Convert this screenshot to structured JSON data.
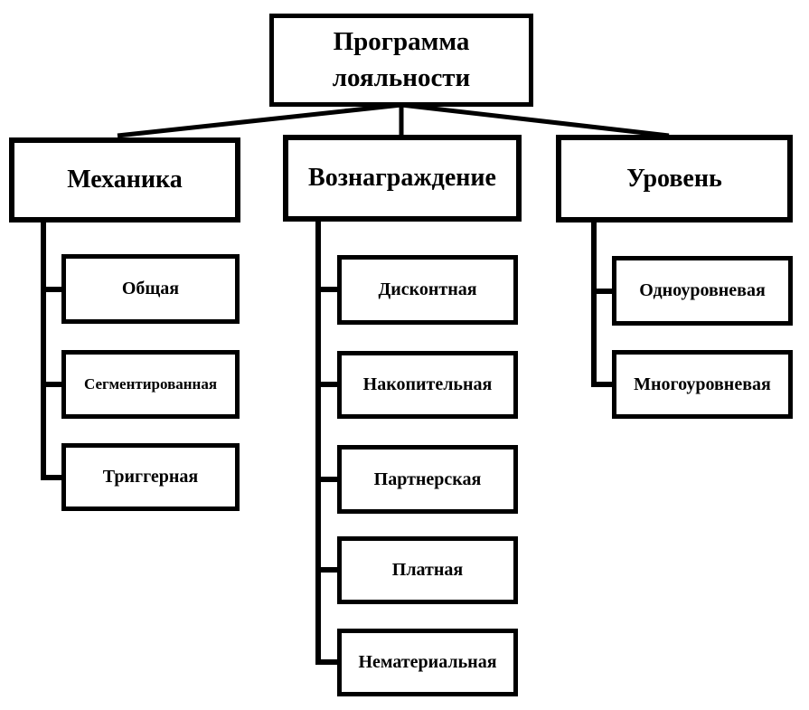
{
  "diagram": {
    "root": "Программа лояльности",
    "branches": [
      {
        "label": "Механика",
        "children": [
          "Общая",
          "Сегментированная",
          "Триггерная"
        ]
      },
      {
        "label": "Вознаграждение",
        "children": [
          "Дисконтная",
          "Накопительная",
          "Партнерская",
          "Платная",
          "Нематериальная"
        ]
      },
      {
        "label": "Уровень",
        "children": [
          "Одноуровневая",
          "Многоуровневая"
        ]
      }
    ]
  },
  "colors": {
    "line": "#000000",
    "background": "#ffffff",
    "text": "#000000"
  }
}
